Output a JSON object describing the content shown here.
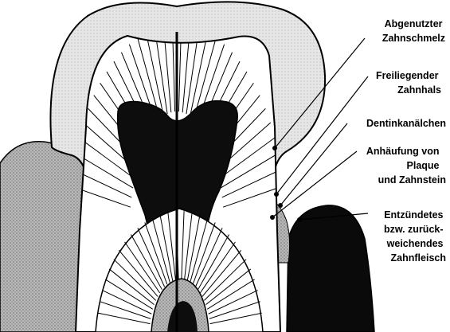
{
  "labels": [
    {
      "id": "worn-enamel",
      "lines": [
        "Abgenutzter",
        "Zahnschmelz"
      ]
    },
    {
      "id": "exposed-neck",
      "lines": [
        "Freiliegender",
        "Zahnhals"
      ]
    },
    {
      "id": "dentinal-tubules",
      "lines": [
        "Dentinkanälchen"
      ]
    },
    {
      "id": "plaque-tartar",
      "lines": [
        "Anhäufung von",
        "Plaque",
        "und Zahnstein"
      ]
    },
    {
      "id": "inflamed-gum",
      "lines": [
        "Entzündetes",
        "bzw. zurück-",
        "weichendes",
        "Zahnfleisch"
      ]
    }
  ],
  "colors": {
    "ink": "#000000",
    "enamel": "#e0e0e0",
    "dentin": "#ffffff",
    "pulp": "#111111",
    "gum": "#8a8a8a",
    "background": "#ffffff"
  }
}
